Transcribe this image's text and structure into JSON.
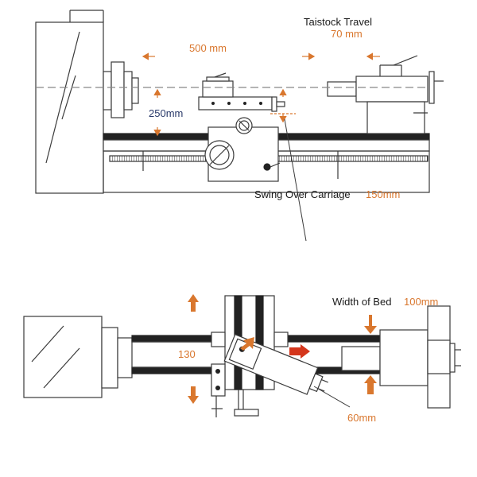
{
  "labels": {
    "tailstock_title": "Taistock Travel",
    "tailstock_value": "70 mm",
    "spindle_length": "500 mm",
    "center_height": "250mm",
    "swing_title": "Swing Over Carriage",
    "swing_value": "150mm",
    "bed_title": "Width of Bed",
    "bed_value": "100mm",
    "cross_travel": "130",
    "compound_travel": "60mm"
  },
  "colors": {
    "line": "#3a3a3a",
    "accent": "#d9772e",
    "arrow_red": "#d4361c",
    "navy": "#2a3a6a"
  }
}
